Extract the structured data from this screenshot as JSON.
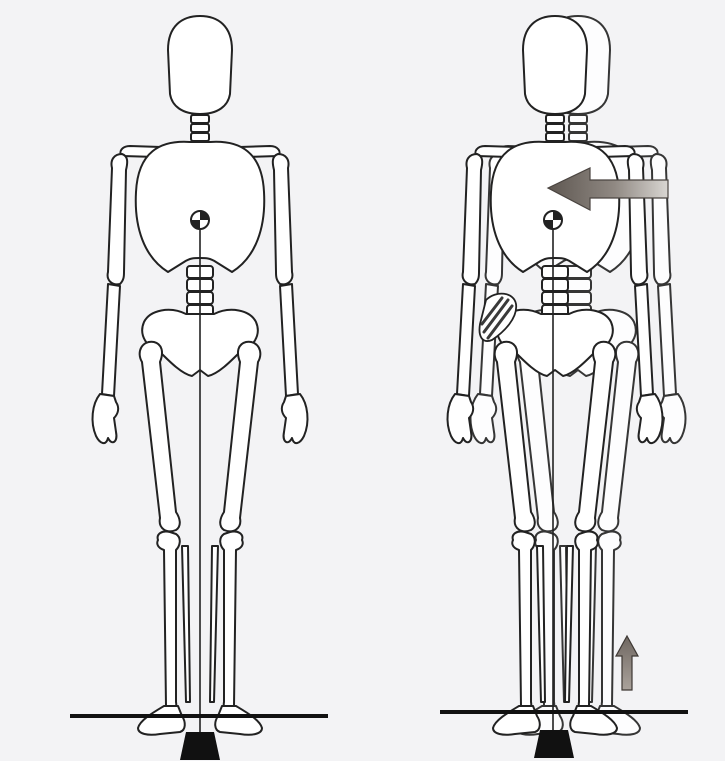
{
  "figure": {
    "panels": [
      {
        "id": "left",
        "description_name": "standing-balanced"
      },
      {
        "id": "right",
        "description_name": "lateral-shift"
      }
    ],
    "arrows": [
      {
        "name": "lateral-shift-arrow",
        "direction": "left"
      },
      {
        "name": "lift-arrow",
        "direction": "up"
      }
    ],
    "colors": {
      "background": "#f3f3f5",
      "outline": "#222222",
      "bone_fill": "#ffffff",
      "arrow": "#7d7670",
      "base": "#111111",
      "muscle": "#3a3a3a"
    }
  }
}
